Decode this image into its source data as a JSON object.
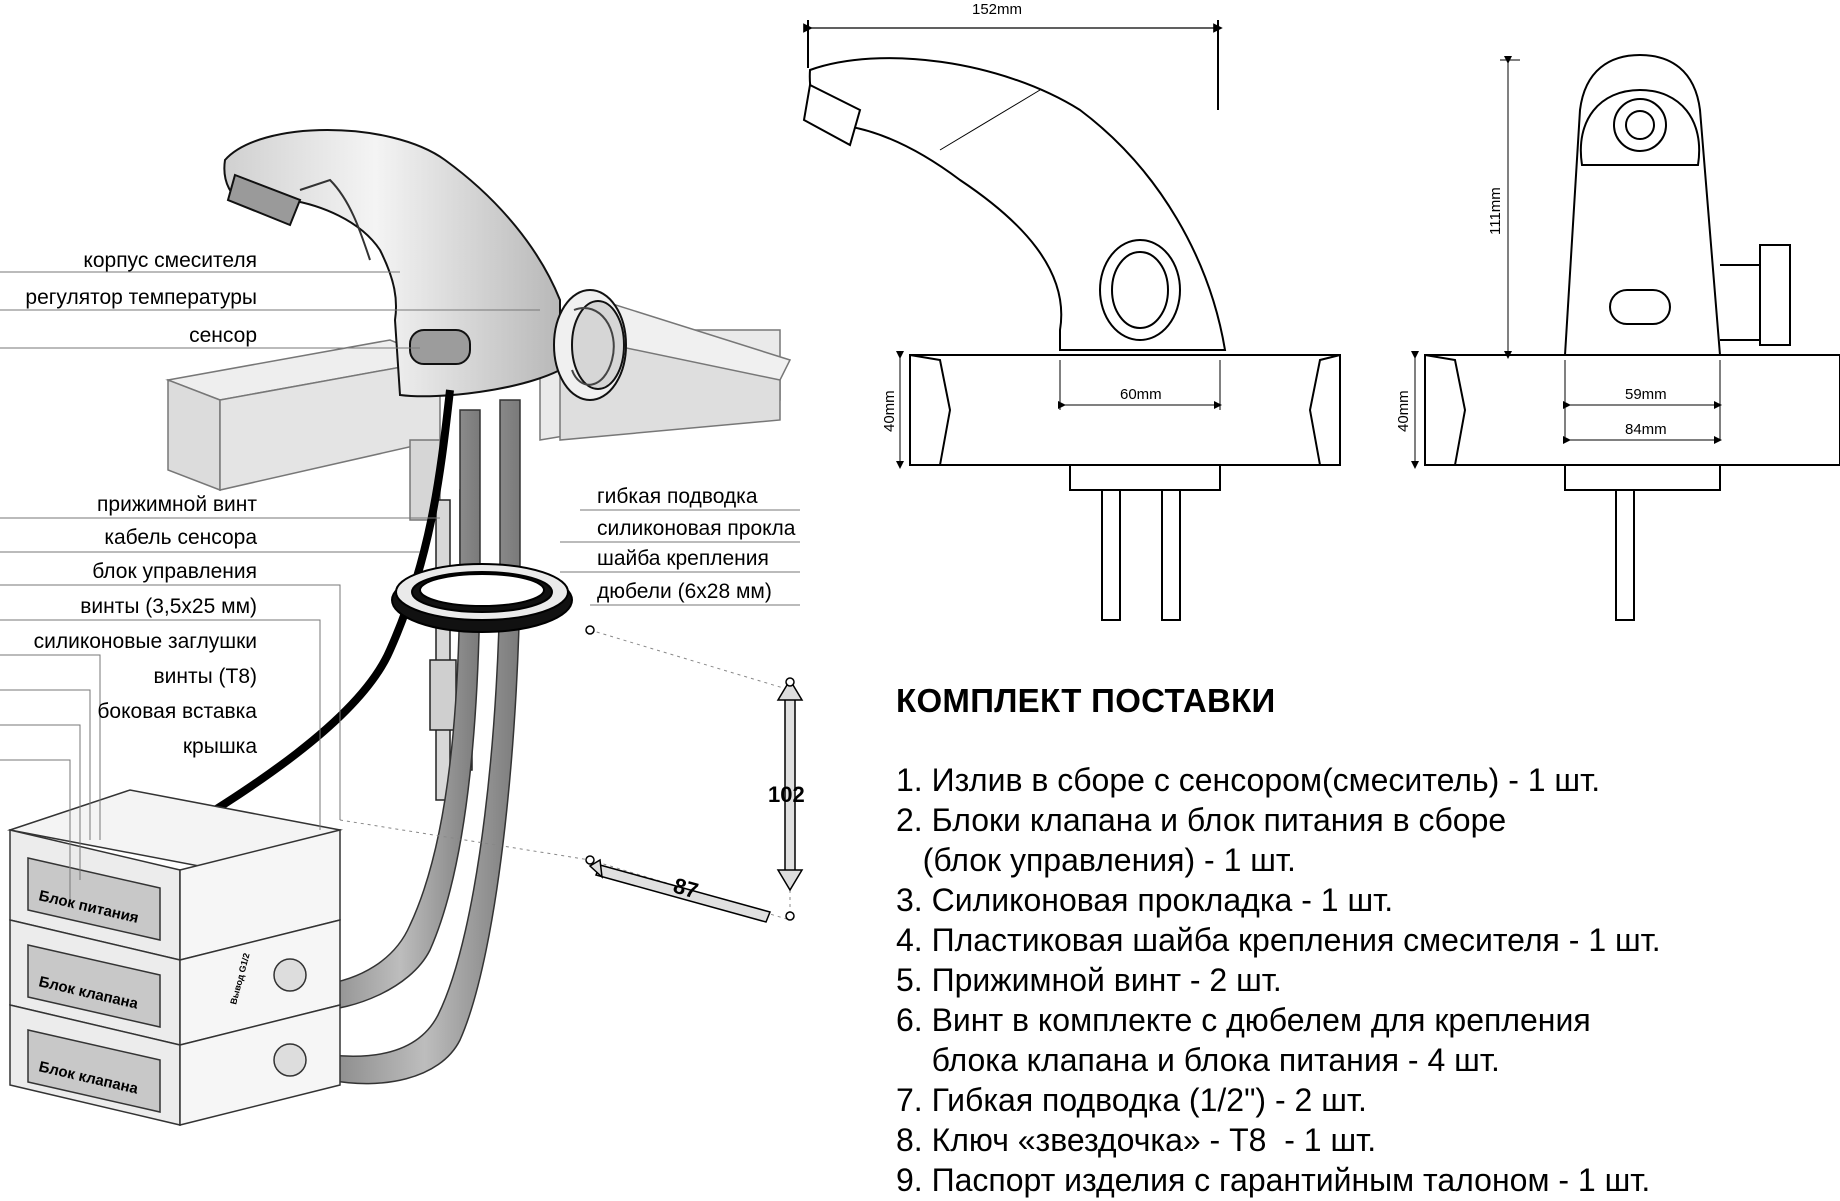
{
  "callouts_left": [
    {
      "id": "korpus",
      "text": "корпус смесителя"
    },
    {
      "id": "regulator",
      "text": "регулятор температуры"
    },
    {
      "id": "sensor",
      "text": "сенсор"
    },
    {
      "id": "vint",
      "text": "прижимной винт"
    },
    {
      "id": "kabel",
      "text": "кабель сенсора"
    },
    {
      "id": "blok",
      "text": "блок управления"
    },
    {
      "id": "vinty35",
      "text": "винты (3,5x25 мм)"
    },
    {
      "id": "zaglushki",
      "text": "силиконовые заглушки"
    },
    {
      "id": "vintyT8",
      "text": "винты (Т8)"
    },
    {
      "id": "vstavka",
      "text": "боковая вставка"
    },
    {
      "id": "kryshka",
      "text": "крышка"
    }
  ],
  "callouts_right": [
    {
      "id": "podvodka",
      "text": "гибкая подводка"
    },
    {
      "id": "prokladka",
      "text": "силиконовая прокла"
    },
    {
      "id": "shaiba",
      "text": "шайба крепления"
    },
    {
      "id": "dubeli",
      "text": "дюбели (6x28 мм)"
    }
  ],
  "boxes": {
    "pitanie": "Блок питания",
    "klapan1": "Блок клапана",
    "klapan2": "Блок клапана",
    "vyvod": "Вывод G1/2"
  },
  "dimensions": {
    "width_152": "152mm",
    "height_111": "111mm",
    "base_60": "60mm",
    "base_59": "59mm",
    "base_84": "84mm",
    "counter_40_a": "40mm",
    "counter_40_b": "40mm",
    "install_102": "102",
    "install_87": "87"
  },
  "kit": {
    "title": "КОМПЛЕКТ ПОСТАВКИ",
    "items": [
      "1. Излив в сборе с сенсором(смеситель) - 1 шт.",
      "2. Блоки клапана и блок питания в сборе",
      "   (блок управления) - 1 шт.",
      "3. Силиконовая прокладка - 1 шт.",
      "4. Пластиковая шайба крепления смесителя - 1 шт.",
      "5. Прижимной винт - 2 шт.",
      "6. Винт в комплекте с дюбелем для крепления",
      "    блока клапана и блока питания - 4 шт.",
      "7. Гибкая подводка (1/2\") - 2 шт.",
      "8. Ключ «звездочка» - Т8  - 1 шт.",
      "9. Паспорт изделия с гарантийным талоном - 1 шт."
    ]
  }
}
